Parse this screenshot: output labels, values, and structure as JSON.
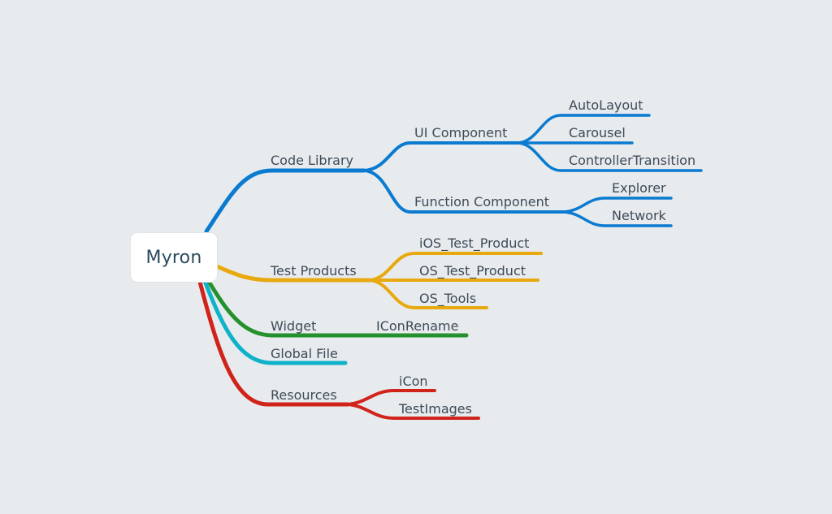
{
  "root": {
    "label": "Myron"
  },
  "colors": {
    "background": "#e8ebee",
    "blue": "#0a7bd0",
    "yellow": "#e8a910",
    "green": "#25902e",
    "teal": "#0fb2c9",
    "red": "#d0241a",
    "text": "#3d4b57"
  },
  "branches": [
    {
      "label": "Code Library",
      "color": "blue",
      "children": [
        {
          "label": "UI Component",
          "children": [
            {
              "label": "AutoLayout"
            },
            {
              "label": "Carousel"
            },
            {
              "label": "ControllerTransition"
            }
          ]
        },
        {
          "label": "Function Component",
          "children": [
            {
              "label": "Explorer"
            },
            {
              "label": "Network"
            }
          ]
        }
      ]
    },
    {
      "label": "Test Products",
      "color": "yellow",
      "children": [
        {
          "label": "iOS_Test_Product"
        },
        {
          "label": "OS_Test_Product"
        },
        {
          "label": "OS_Tools"
        }
      ]
    },
    {
      "label": "Widget",
      "color": "green",
      "children": [
        {
          "label": "IConRename"
        }
      ]
    },
    {
      "label": "Global File",
      "color": "teal",
      "children": []
    },
    {
      "label": "Resources",
      "color": "red",
      "children": [
        {
          "label": "iCon"
        },
        {
          "label": "TestImages"
        }
      ]
    }
  ]
}
